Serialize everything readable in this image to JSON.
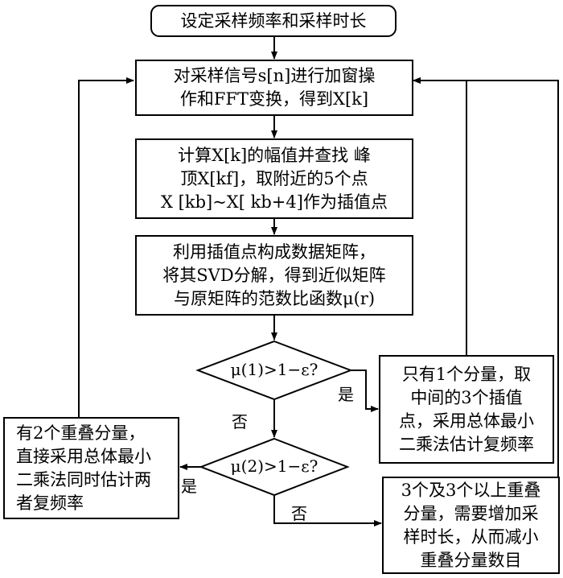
{
  "start": "设定采样频率和采样时长",
  "step1": [
    "对采样信号s[n]进行加窗操",
    "作和FFT变换，得到X[k]"
  ],
  "step2": [
    "计算X[k]的幅值并查找 峰",
    "顶X[kf]，取附近的5个点",
    "X [kb]~X[ kb+4]作为插值点"
  ],
  "step3": [
    "利用插值点构成数据矩阵，",
    "将其SVD分解，得到近似矩阵",
    "与原矩阵的范数比函数μ(r)"
  ],
  "decision1": "μ(1)>1−ε?",
  "decision2": "μ(2)>1−ε?",
  "yes1": "是",
  "no1": "否",
  "yes2": "是",
  "no2": "否",
  "result1": [
    "只有1个分量，取",
    "中间的3个插值",
    "点，采用总体最小",
    "二乘法估计复频率"
  ],
  "result2": [
    "有2个重叠分量，",
    "直接采用总体最小",
    "二乘法同时估计两",
    "者复频率"
  ],
  "result3": [
    "3个及3个以上重叠",
    "分量，需要增加采",
    "样时长，从而减小",
    "重叠分量数目"
  ]
}
